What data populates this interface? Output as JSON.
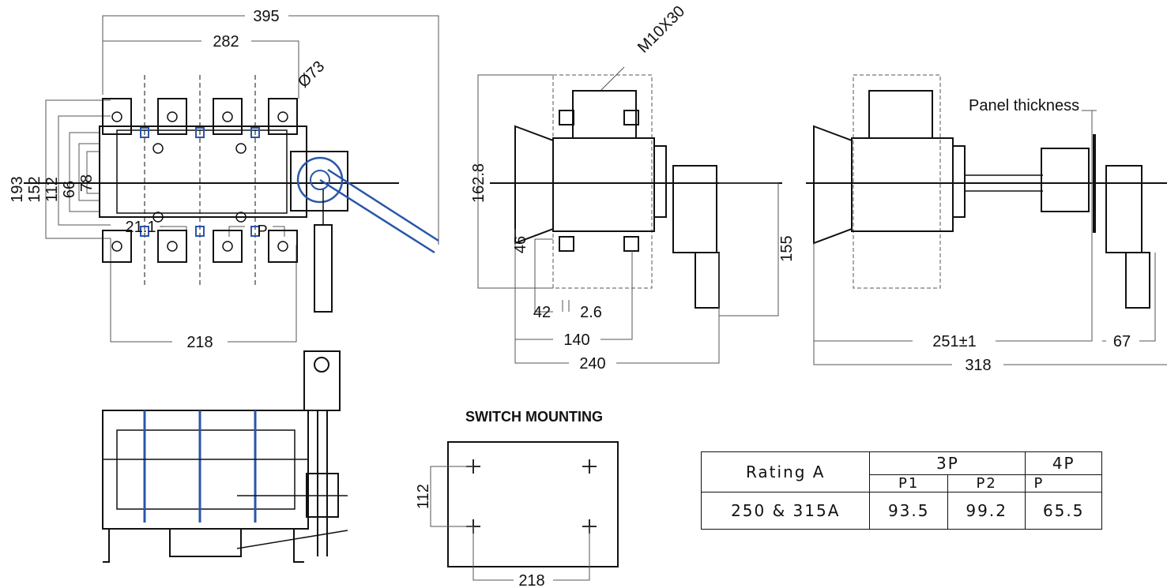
{
  "drawing": {
    "front_view": {
      "dims": {
        "overall_width": "395",
        "body_width": "282",
        "handle_dia": "Ø73",
        "h193": "193",
        "h152": "152",
        "h112": "112",
        "h66": "66",
        "h78": "78",
        "pitch_offset": "21.1",
        "pitch": "P",
        "base_width": "218"
      }
    },
    "side_view": {
      "dims": {
        "bolt": "M10X30",
        "height": "162.8",
        "h46": "46",
        "h155": "155",
        "w42": "42",
        "w2_6": "2.6",
        "w140": "140",
        "w240": "240"
      }
    },
    "panel_view": {
      "dims": {
        "panel_thickness": "Panel thickness",
        "w251": "251±1",
        "w67": "67",
        "w318": "318"
      }
    },
    "mounting": {
      "title": "SWITCH MOUNTING",
      "v112": "112",
      "h218": "218"
    }
  },
  "spec_table": {
    "rating_header": "Rating A",
    "three_pole": "3P",
    "four_pole": "4P",
    "p1": "P1",
    "p2": "P2",
    "p": "P",
    "row_label": "250 & 315A",
    "p1_value": "93.5",
    "p2_value": "99.2",
    "p_value": "65.5"
  }
}
